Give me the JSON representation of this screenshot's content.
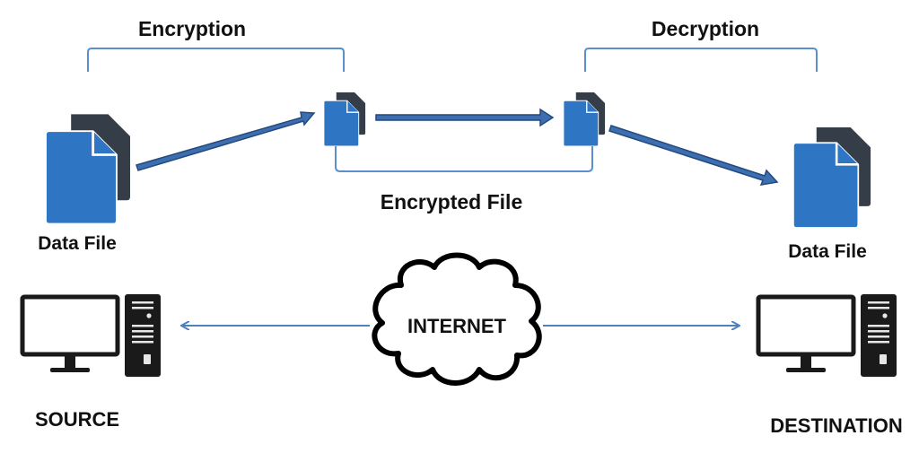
{
  "colors": {
    "file_front": "#2e75c4",
    "file_back": "#353e48",
    "bracket": "#5b8fcb",
    "arrow_fill": "#3d6fb0",
    "arrow_stroke": "#23497e",
    "connector": "#4f81bd",
    "computer": "#1a1a1a",
    "cloud_stroke": "#000000"
  },
  "labels": {
    "encryption": "Encryption",
    "decryption": "Decryption",
    "encrypted_file": "Encrypted File",
    "data_file_source": "Data File",
    "data_file_destination": "Data File",
    "internet": "INTERNET",
    "source": "SOURCE",
    "destination": "DESTINATION"
  },
  "icons": {
    "source_file": "document-stack-icon",
    "encrypted_file_1": "document-stack-icon",
    "encrypted_file_2": "document-stack-icon",
    "destination_file": "document-stack-icon",
    "source_computer": "desktop-computer-icon",
    "destination_computer": "desktop-computer-icon",
    "internet": "cloud-icon"
  }
}
